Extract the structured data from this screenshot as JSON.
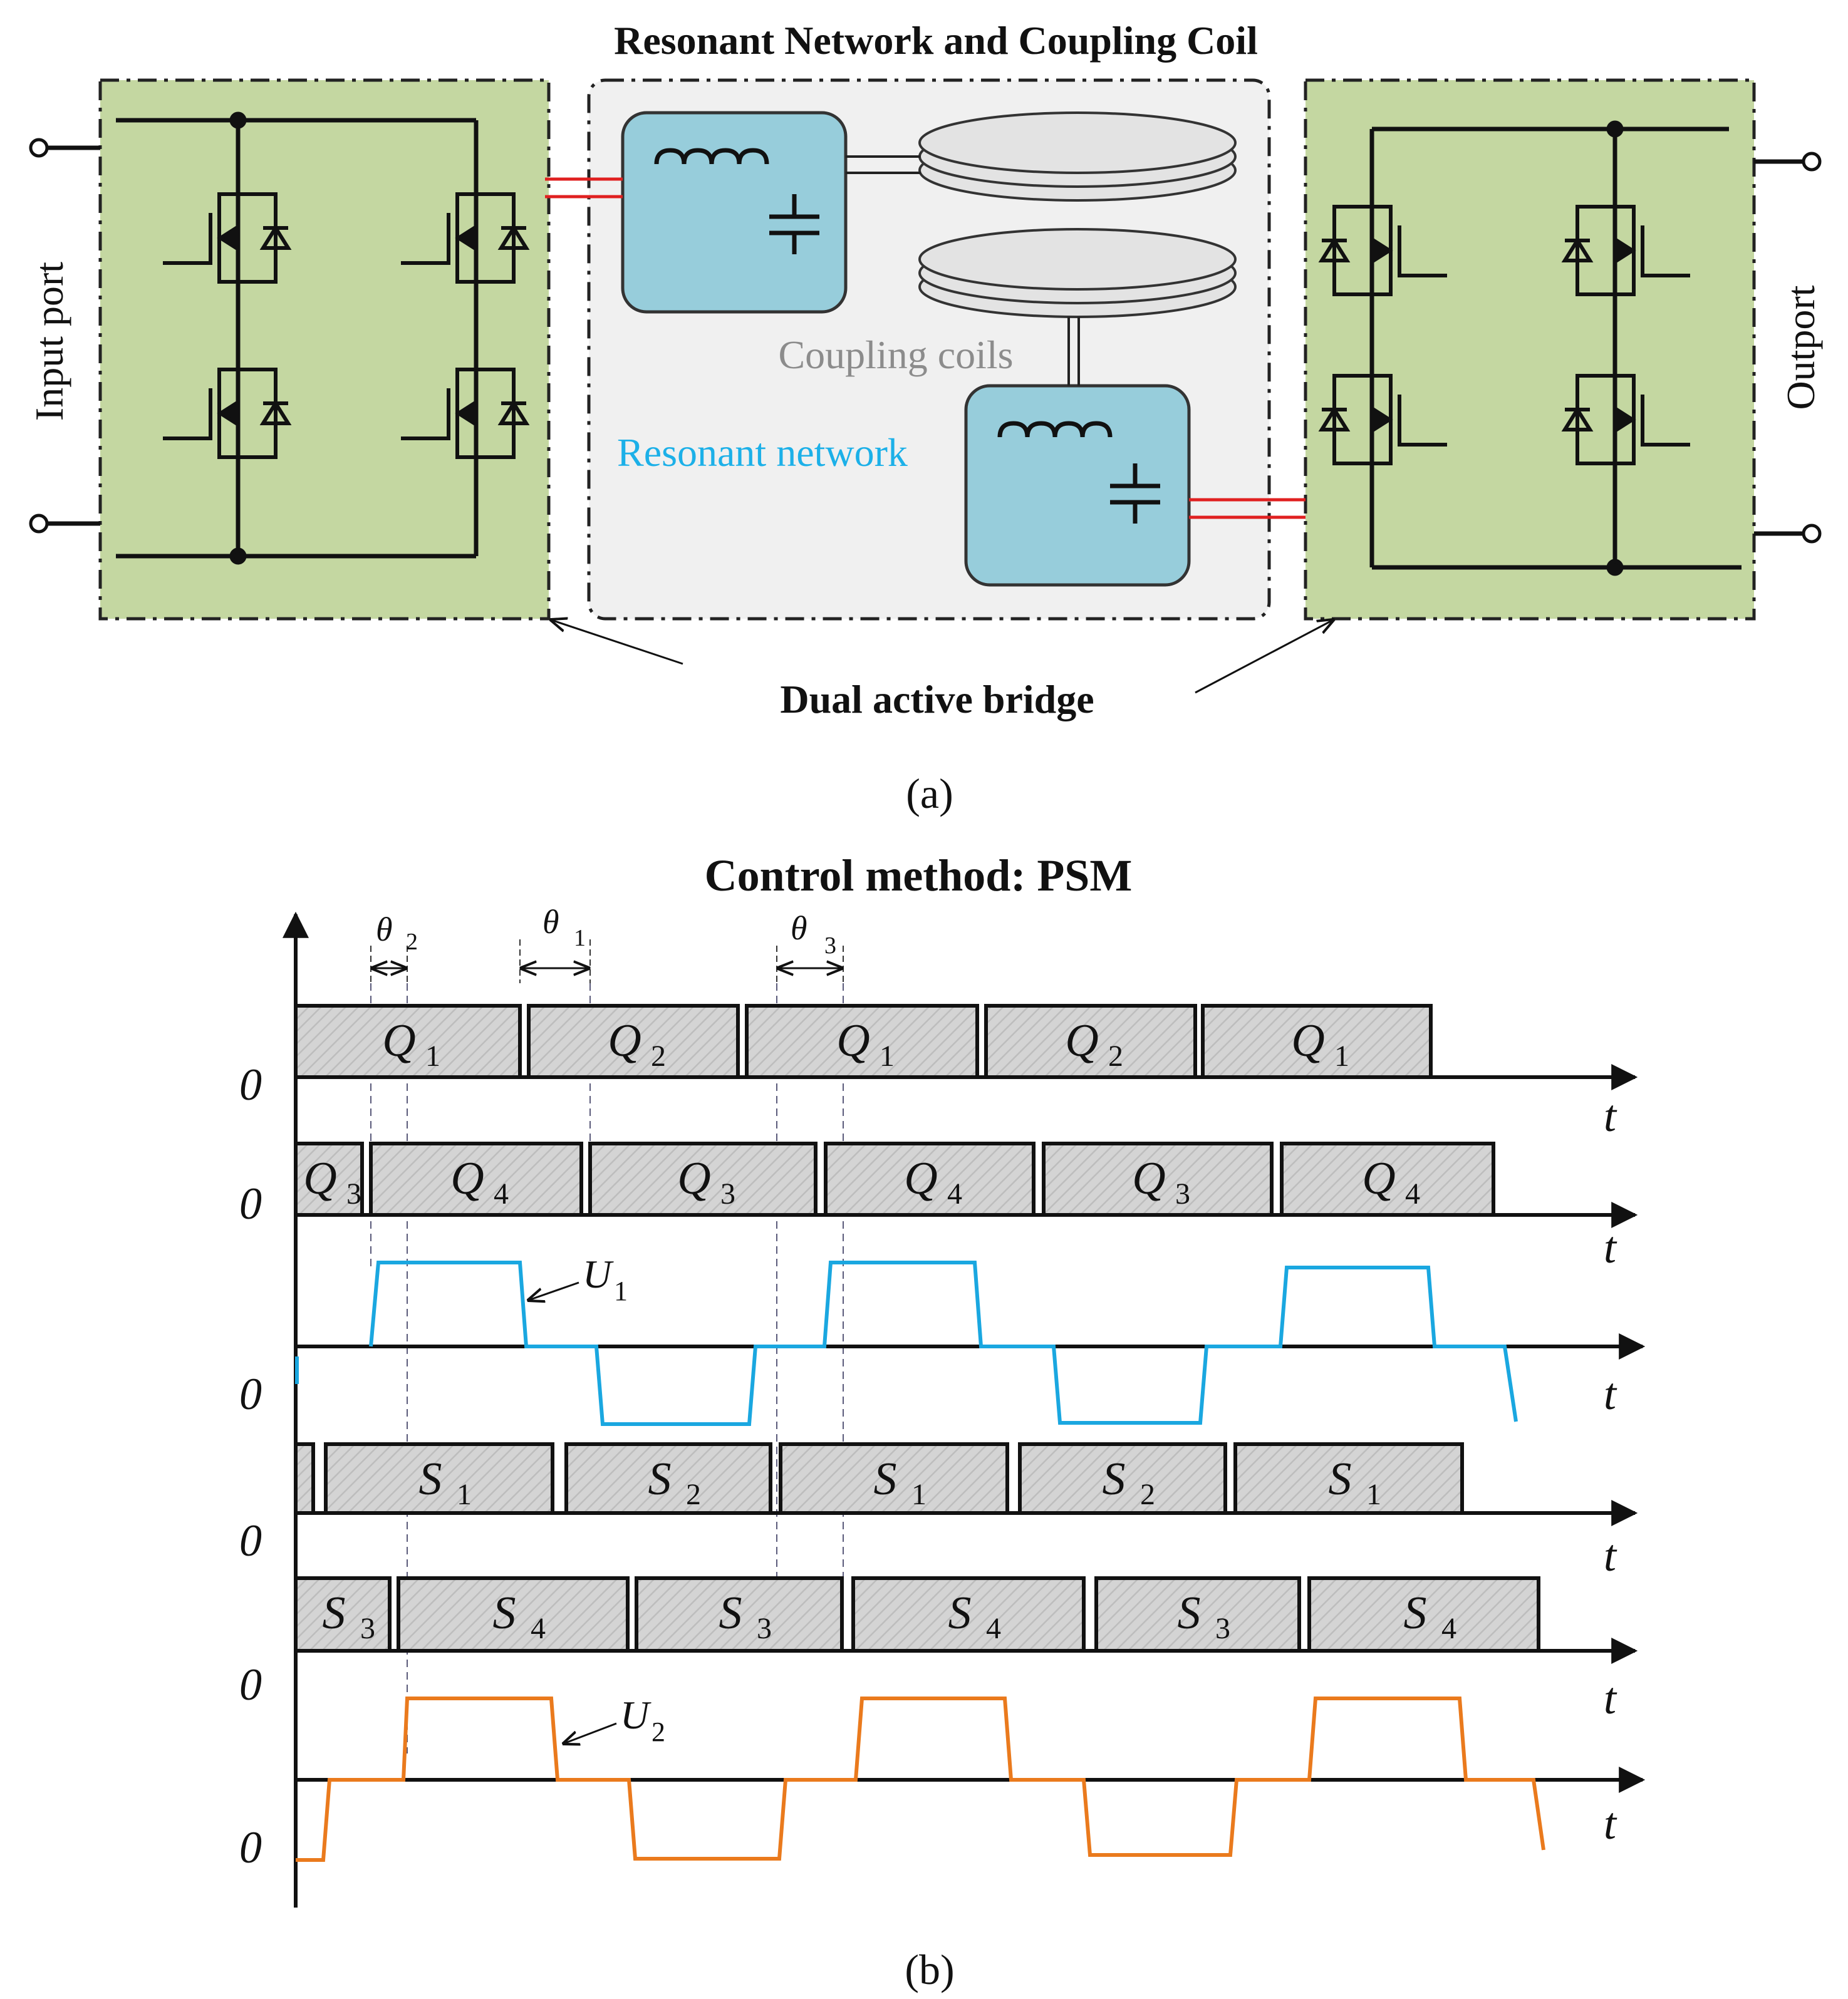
{
  "part_a": {
    "title": "Resonant Network and Coupling Coil",
    "input_label": "Input port",
    "output_label": "Outport",
    "coupling_label": "Coupling coils",
    "resonant_label": "Resonant network",
    "dab_label": "Dual active bridge",
    "caption": "(a)",
    "colors": {
      "bridge_fill": "#c4d7a1",
      "center_fill": "#f0f0f0",
      "resonant_fill": "#97cddb",
      "resonant_text": "#1cb0e8",
      "coupling_text": "#8c8c8c",
      "link": "#e02020"
    }
  },
  "part_b": {
    "title": "Control method: PSM",
    "caption": "(b)",
    "zero": "0",
    "t": "t",
    "theta_sym": "θ",
    "theta_labels": [
      "2",
      "1",
      "3"
    ],
    "rows": [
      {
        "name": "Q",
        "blocks": [
          [
            "Q",
            "1"
          ],
          [
            "Q",
            "2"
          ],
          [
            "Q",
            "1"
          ],
          [
            "Q",
            "2"
          ],
          [
            "Q",
            "1"
          ]
        ]
      },
      {
        "name": "Q",
        "blocks": [
          [
            "Q",
            "3"
          ],
          [
            "Q",
            "4"
          ],
          [
            "Q",
            "3"
          ],
          [
            "Q",
            "4"
          ],
          [
            "Q",
            "3"
          ],
          [
            "Q",
            "4"
          ]
        ]
      },
      {
        "name": "S",
        "blocks": [
          [
            "",
            ""
          ],
          [
            "S",
            "1"
          ],
          [
            "S",
            "2"
          ],
          [
            "S",
            "1"
          ],
          [
            "S",
            "2"
          ],
          [
            "S",
            "1"
          ]
        ]
      },
      {
        "name": "S",
        "blocks": [
          [
            "S",
            "3"
          ],
          [
            "S",
            "4"
          ],
          [
            "S",
            "3"
          ],
          [
            "S",
            "4"
          ],
          [
            "S",
            "3"
          ],
          [
            "S",
            "4"
          ]
        ]
      }
    ],
    "u1": {
      "sym": "U",
      "sub": "1",
      "color": "#1aa7e0"
    },
    "u2": {
      "sym": "U",
      "sub": "2",
      "color": "#ea7a1d"
    }
  }
}
